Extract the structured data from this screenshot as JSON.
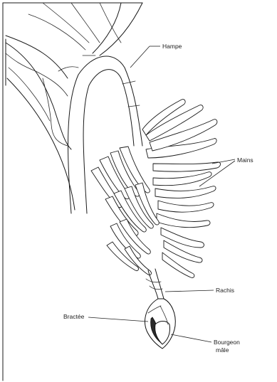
{
  "labels": {
    "hampe": "Hampe",
    "mains": "Mains",
    "rachis": "Rachis",
    "bractee": "Bractée",
    "bourgeon_line1": "Bourgeon",
    "bourgeon_line2": "mâle"
  }
}
